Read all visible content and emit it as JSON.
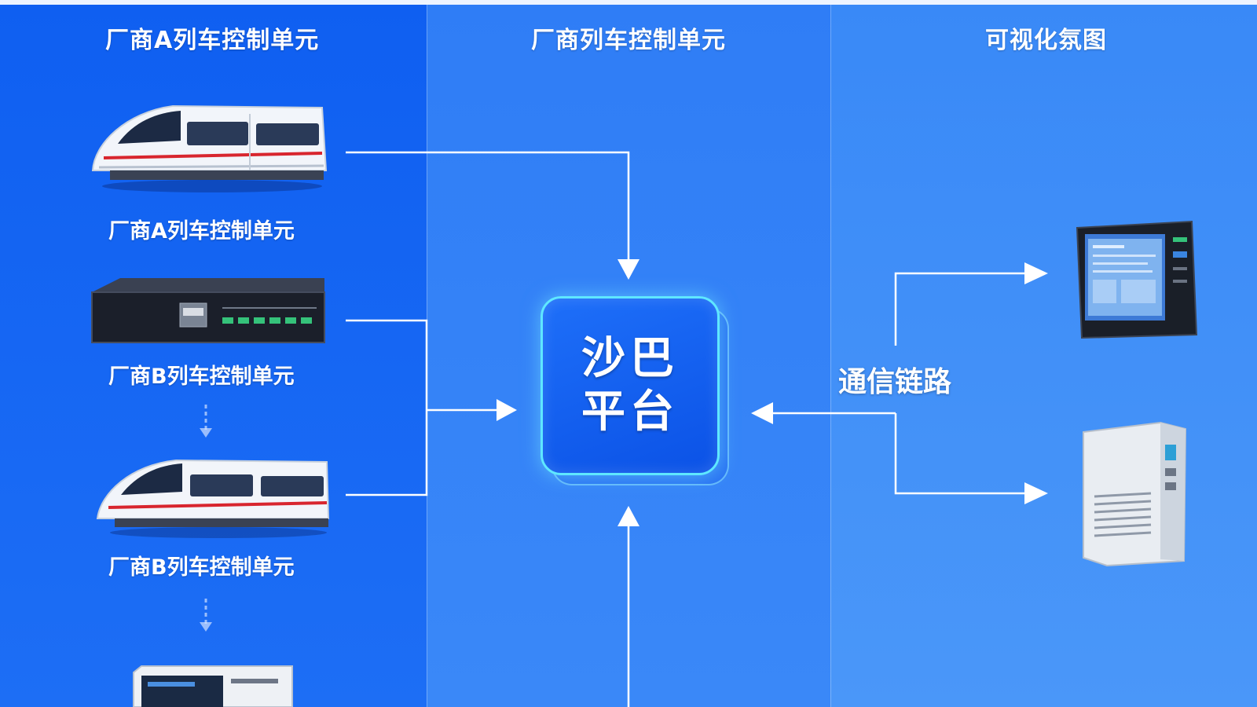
{
  "columns": {
    "left_title": "厂商A列车控制单元",
    "middle_title": "厂商列车控制单元",
    "right_title": "可视化氛图"
  },
  "devices": {
    "train_a_label": "厂商A列车控制单元",
    "rack_b_label": "厂商B列车控制单元",
    "train_b_label": "厂商B列车控制单元"
  },
  "hub": {
    "line1": "沙巴",
    "line2": "平台"
  },
  "link_label": "通信链路",
  "colors": {
    "accent_glow": "#5fe7ff",
    "connector": "#ffffff"
  }
}
